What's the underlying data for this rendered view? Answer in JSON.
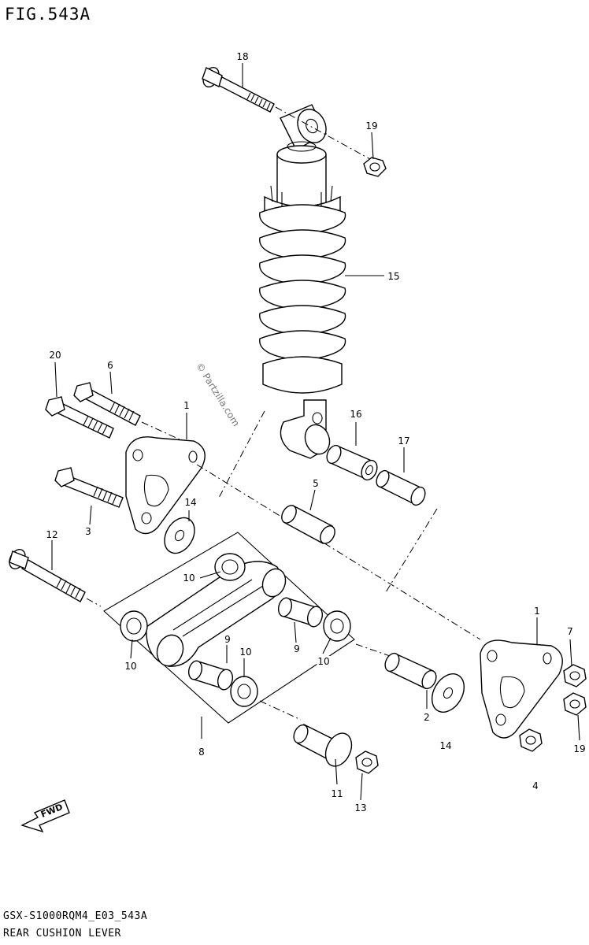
{
  "figure": {
    "title": "FIG.543A"
  },
  "footer": {
    "code": "GSX-S1000RQM4_E03_543A",
    "name": "REAR CUSHION LEVER"
  },
  "watermark": "© Partzilla.com",
  "callouts": {
    "c18": "18",
    "c19a": "19",
    "c15": "15",
    "c20": "20",
    "c6": "6",
    "c1a": "1",
    "c16": "16",
    "c17": "17",
    "c14a": "14",
    "c3": "3",
    "c5": "5",
    "c12": "12",
    "c10a": "10",
    "c9a": "9",
    "c10b": "10",
    "c10c": "10",
    "c9b": "9",
    "c10d": "10",
    "c1b": "1",
    "c7": "7",
    "c19b": "19",
    "c2": "2",
    "c14b": "14",
    "c8": "8",
    "c11": "11",
    "c13": "13",
    "c4": "4"
  },
  "icons": {
    "direction": "fwd-arrow-icon",
    "label": "FWD"
  }
}
